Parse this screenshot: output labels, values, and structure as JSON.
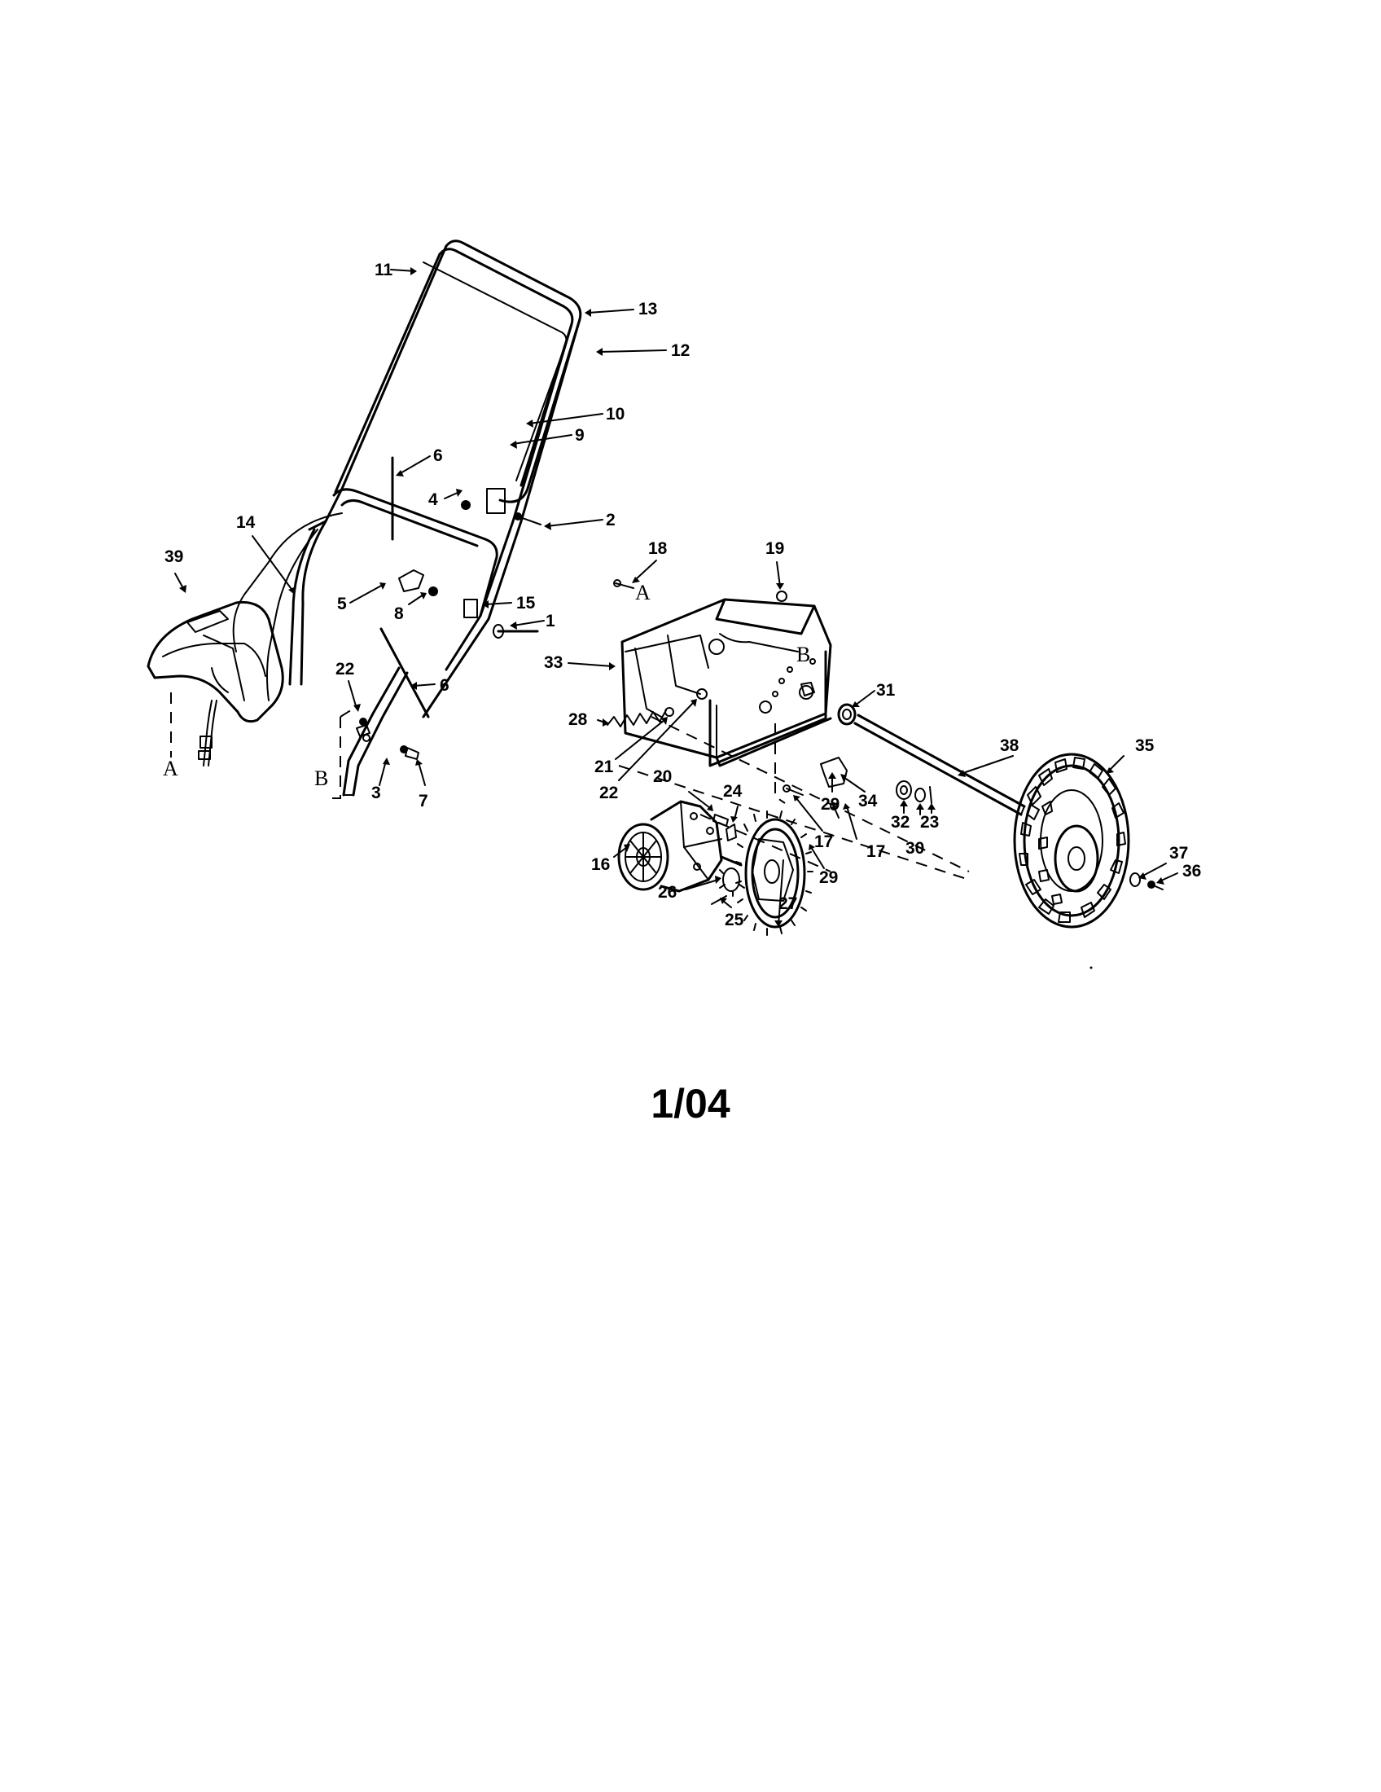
{
  "date_code": "1/04",
  "reference_letters": {
    "a_left": "A",
    "b_left": "B",
    "a_right": "A",
    "b_right": "B"
  },
  "callouts": {
    "c1": "1",
    "c2": "2",
    "c3": "3",
    "c4": "4",
    "c5": "5",
    "c6a": "6",
    "c6b": "6",
    "c7": "7",
    "c8": "8",
    "c9": "9",
    "c10": "10",
    "c11": "11",
    "c12": "12",
    "c13": "13",
    "c14": "14",
    "c15": "15",
    "c16": "16",
    "c17a": "17",
    "c17b": "17",
    "c18": "18",
    "c19": "19",
    "c20": "20",
    "c21": "21",
    "c22a": "22",
    "c22b": "22",
    "c23": "23",
    "c24": "24",
    "c25": "25",
    "c26": "26",
    "c27": "27",
    "c28": "28",
    "c29a": "29",
    "c29b": "29",
    "c30": "30",
    "c31": "31",
    "c32": "32",
    "c33": "33",
    "c34": "34",
    "c35": "35",
    "c36": "36",
    "c37": "37",
    "c38": "38",
    "c39": "39"
  }
}
